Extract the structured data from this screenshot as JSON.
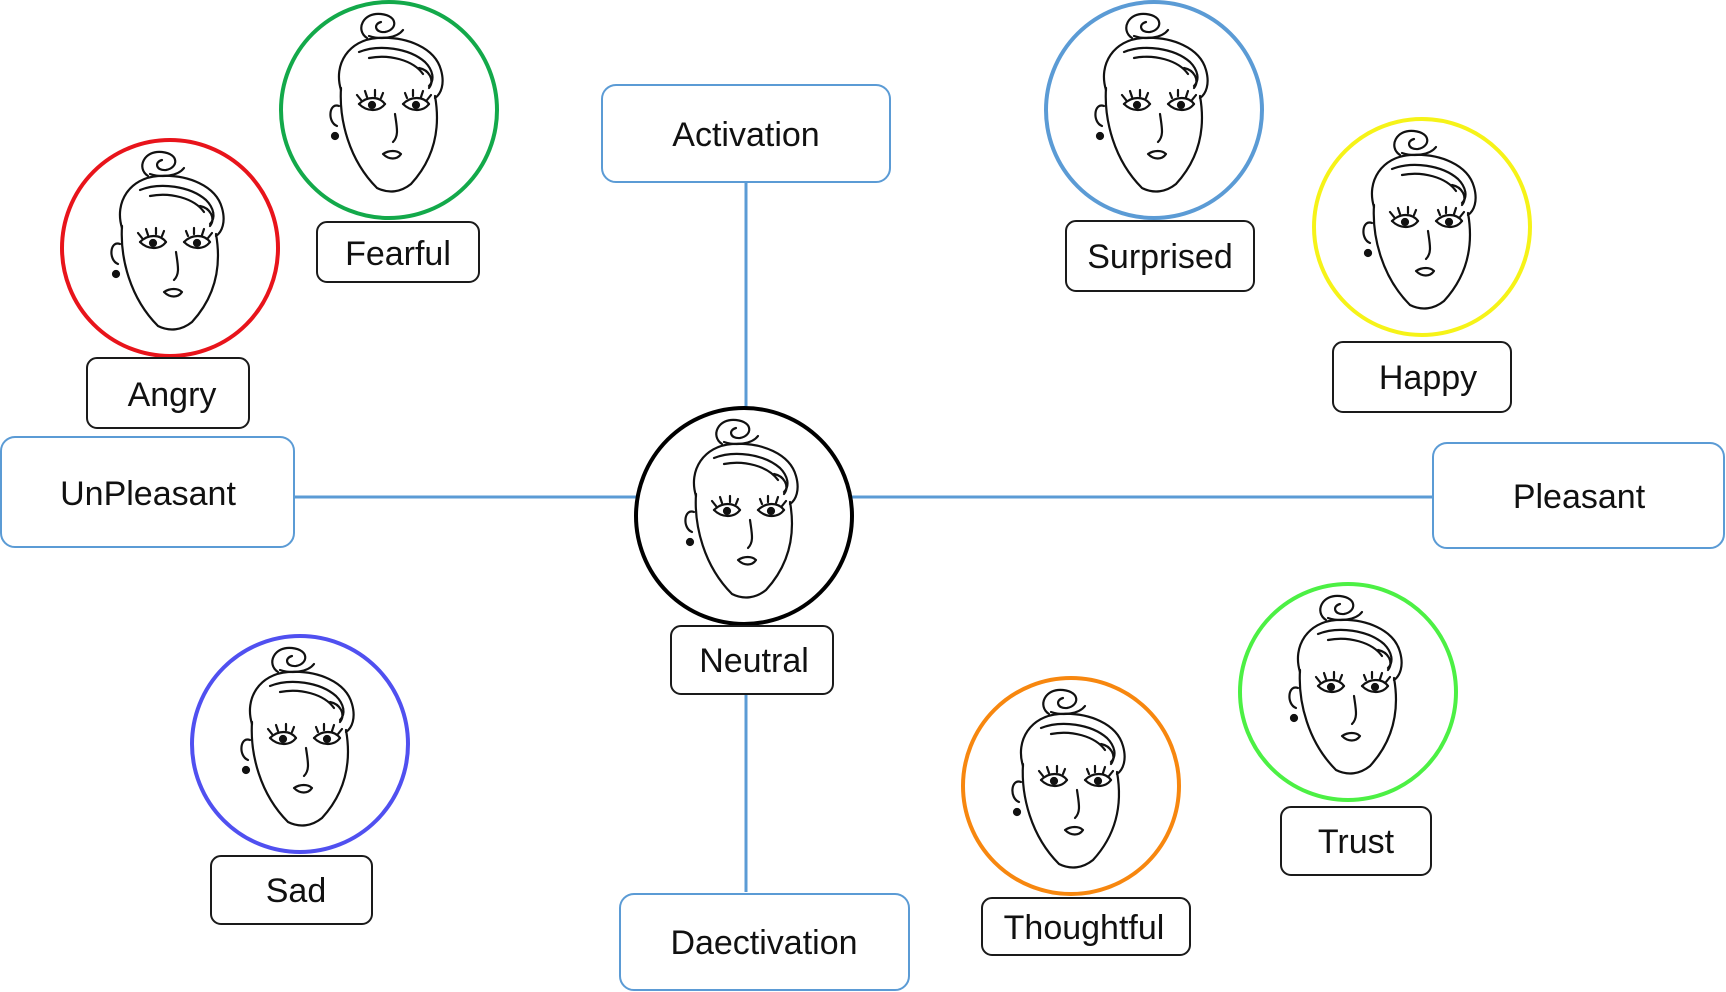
{
  "colors": {
    "axis_line": "#5b9bd5",
    "axis_box_border": "#5b9bd5",
    "emotion_box_border": "#1a1a1a",
    "background": "#ffffff"
  },
  "axes": {
    "activation": "Activation",
    "deactivation": "Daectivation",
    "unpleasant": "UnPleasant",
    "pleasant": "Pleasant"
  },
  "emotions": [
    {
      "key": "neutral",
      "label": "Neutral",
      "ring_color": "#000000",
      "face": "neutral-face-icon"
    },
    {
      "key": "angry",
      "label": "Angry",
      "ring_color": "#e8141b",
      "face": "angry-face-icon"
    },
    {
      "key": "fearful",
      "label": "Fearful",
      "ring_color": "#13a94a",
      "face": "fearful-face-icon"
    },
    {
      "key": "surprised",
      "label": "Surprised",
      "ring_color": "#5b9bd5",
      "face": "surprised-face-icon"
    },
    {
      "key": "happy",
      "label": "Happy",
      "ring_color": "#f6f318",
      "face": "happy-face-icon"
    },
    {
      "key": "sad",
      "label": "Sad",
      "ring_color": "#5050f0",
      "face": "sad-face-icon"
    },
    {
      "key": "thoughtful",
      "label": "Thoughtful",
      "ring_color": "#f7870f",
      "face": "thoughtful-face-icon"
    },
    {
      "key": "trust",
      "label": "Trust",
      "ring_color": "#4cf044",
      "face": "trust-face-icon"
    }
  ]
}
